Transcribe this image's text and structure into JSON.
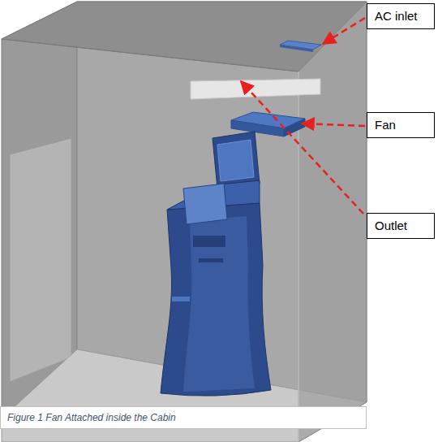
{
  "diagram": {
    "caption": "Figure 1 Fan Attached inside the Cabin",
    "nodes": [
      {
        "text": [
          "AC inlet"
        ]
      },
      {
        "text": [
          "Fan"
        ]
      },
      {
        "text": [
          "Outlet"
        ]
      }
    ]
  }
}
